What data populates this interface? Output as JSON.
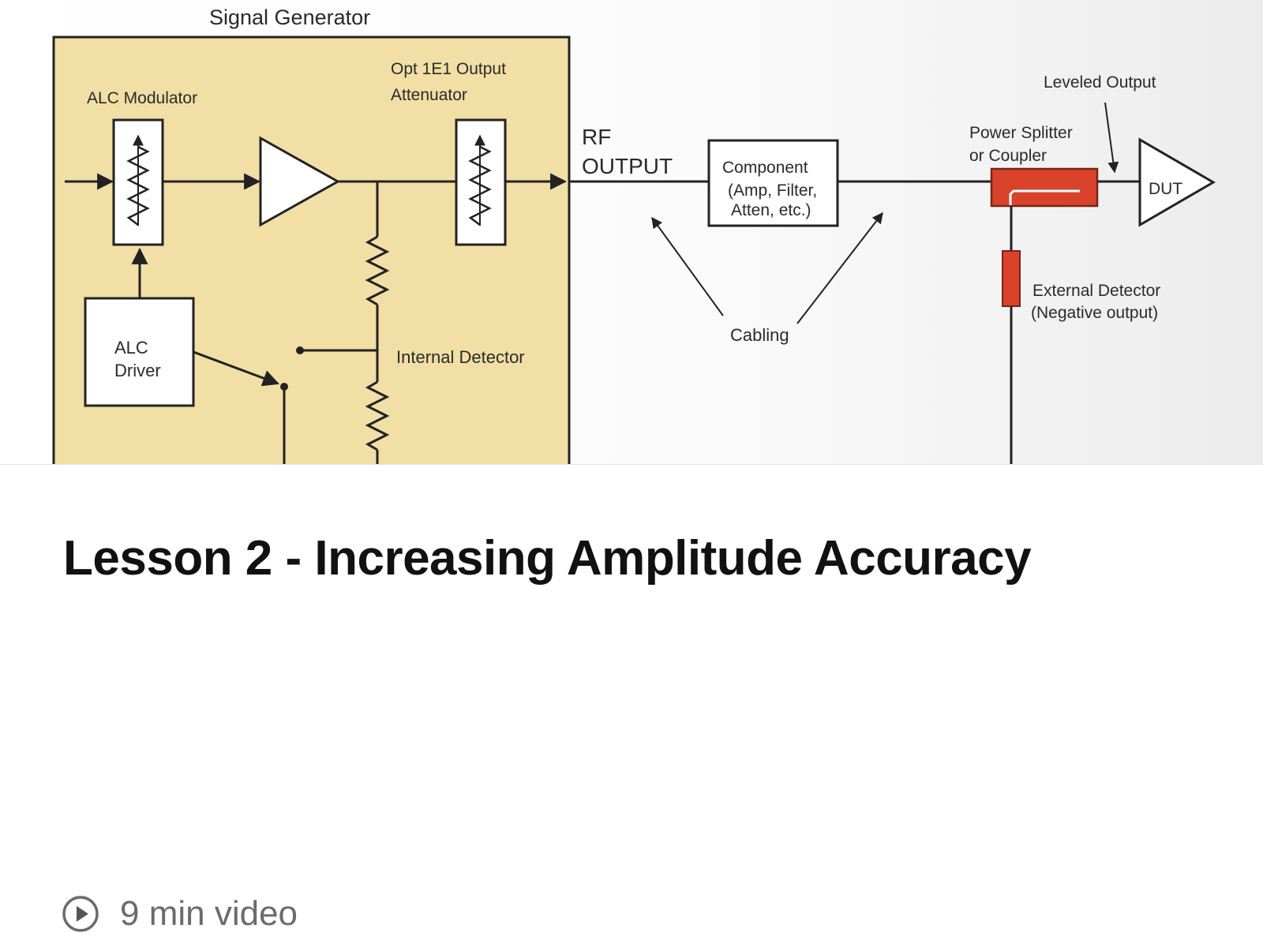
{
  "thumbnail": {
    "diagram": {
      "signal_generator_title": "Signal Generator",
      "alc_modulator": "ALC Modulator",
      "attenuator_line1": "Opt 1E1 Output",
      "attenuator_line2": "Attenuator",
      "rf_line1": "RF",
      "rf_line2": "OUTPUT",
      "component_line1": "Component",
      "component_line2": "(Amp, Filter,",
      "component_line3": "Atten, etc.)",
      "leveled_output": "Leveled Output",
      "splitter_line1": "Power Splitter",
      "splitter_line2": "or Coupler",
      "dut": "DUT",
      "ext_detector_line1": "External Detector",
      "ext_detector_line2": "(Negative output)",
      "cabling": "Cabling",
      "internal_detector": "Internal Detector",
      "alc_driver_line1": "ALC",
      "alc_driver_line2": "Driver"
    },
    "colors": {
      "generator_fill": "#f1dfa5",
      "coupler_red": "#d9432b"
    }
  },
  "lesson": {
    "title": "Lesson 2 - Increasing Amplitude Accuracy"
  },
  "meta": {
    "icon": "play-circle-icon",
    "duration_label": "9 min video"
  }
}
